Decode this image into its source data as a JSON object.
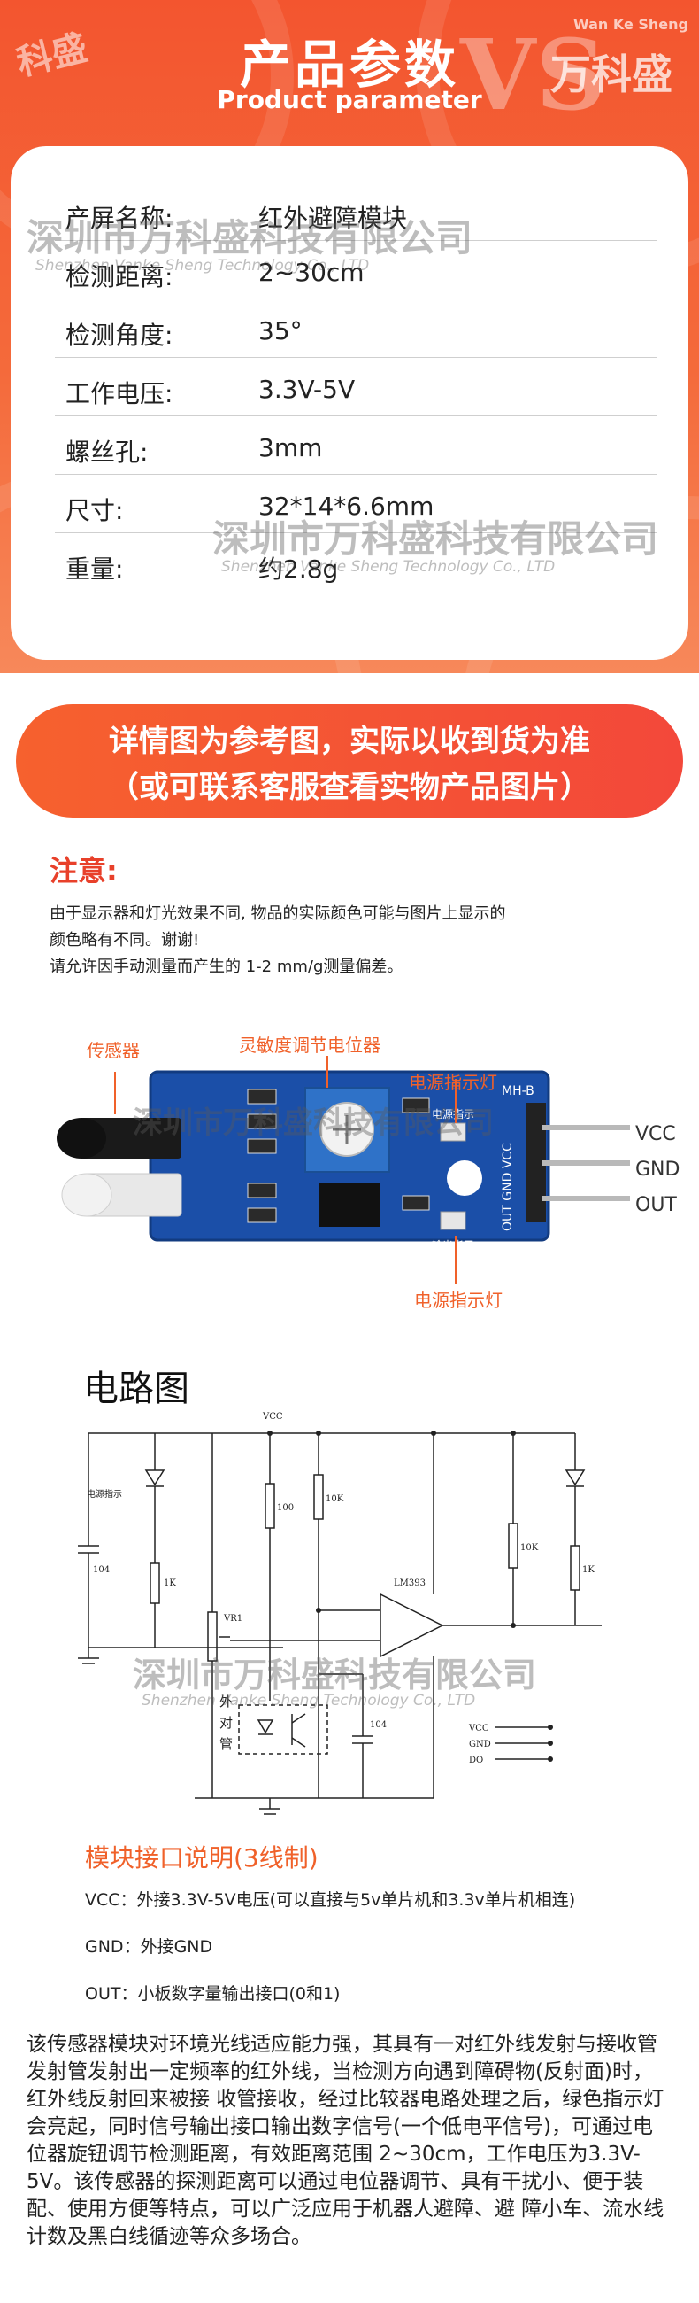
{
  "header": {
    "title": "产品参数",
    "subtitle": "Product parameter",
    "brand_cn": "万科盛",
    "brand_en": "Wan Ke Sheng",
    "brand_left": "科盛"
  },
  "specs": [
    {
      "label": "产屏名称:",
      "value": "红外避障模块"
    },
    {
      "label": "检测距离:",
      "value": "2~30cm"
    },
    {
      "label": "检测角度:",
      "value": "35°"
    },
    {
      "label": "工作电压:",
      "value": "3.3V-5V"
    },
    {
      "label": "螺丝孔:",
      "value": "3mm"
    },
    {
      "label": "尺寸:",
      "value": "32*14*6.6mm"
    },
    {
      "label": "重量:",
      "value": "约2.8g"
    }
  ],
  "watermark": {
    "cn": "深圳市万科盛科技有限公司",
    "en": "Shenzhen Vanke Sheng Technology Co., LTD"
  },
  "banner": {
    "line1": "详情图为参考图，实际以收到货为准",
    "line2": "（或可联系客服查看实物产品图片）"
  },
  "notice": {
    "title": "注意:",
    "line1": "由于显示器和灯光效果不同, 物品的实际颜色可能与图片上显示的",
    "line2": "颜色略有不同。谢谢!",
    "line3": "请允许因手动测量而产生的 1-2 mm/g测量偏差。"
  },
  "module": {
    "callout_sensor": "传感器",
    "callout_pot": "灵敏度调节电位器",
    "callout_power_top": "电源指示灯",
    "callout_power_bottom": "电源指示灯",
    "pin_vcc": "VCC",
    "pin_gnd": "GND",
    "pin_out": "OUT",
    "board_model": "MH-B",
    "board_power": "电源指示",
    "board_out": "输出指示",
    "board_pins": "OUT GND VCC"
  },
  "circuit": {
    "title": "电路图",
    "vcc": "VCC",
    "power_led": "电源指示",
    "r_100": "100",
    "r_10k_a": "10K",
    "r_10k_b": "10K",
    "r_1k_a": "1K",
    "r_1k_b": "1K",
    "c_104_a": "104",
    "c_104_b": "104",
    "vr1": "VR1",
    "ic": "LM393",
    "tube_a": "外",
    "tube_b": "对",
    "tube_c": "管",
    "pin_vcc": "VCC",
    "pin_gnd": "GND",
    "pin_do": "DO"
  },
  "interface": {
    "title": "模块接口说明(3线制)",
    "vcc": "VCC：外接3.3V-5V电压(可以直接与5v单片机和3.3v单片机相连)",
    "gnd": "GND：外接GND",
    "out": "OUT：小板数字量输出接口(0和1)"
  },
  "description": "该传感器模块对环境光线适应能力强，其具有一对红外线发射与接收管发射管发射出一定频率的红外线，当检测方向遇到障碍物(反射面)时，红外线反射回来被接 收管接收，经过比较器电路处理之后，绿色指示灯会亮起，同时信号输出接口输出数字信号(一个低电平信号)，可通过电位器旋钮调节检测距离，有效距离范围 2~30cm，工作电压为3.3V-5V。该传感器的探测距离可以通过电位器调节、具有干扰小、便于装配、使用方便等特点，可以广泛应用于机器人避障、避 障小车、流水线计数及黑白线循迹等众多场合。",
  "colors": {
    "accent": "#f3552f",
    "accent_text": "#f0612a",
    "warning": "#e8402a",
    "board": "#1b4fa8"
  }
}
